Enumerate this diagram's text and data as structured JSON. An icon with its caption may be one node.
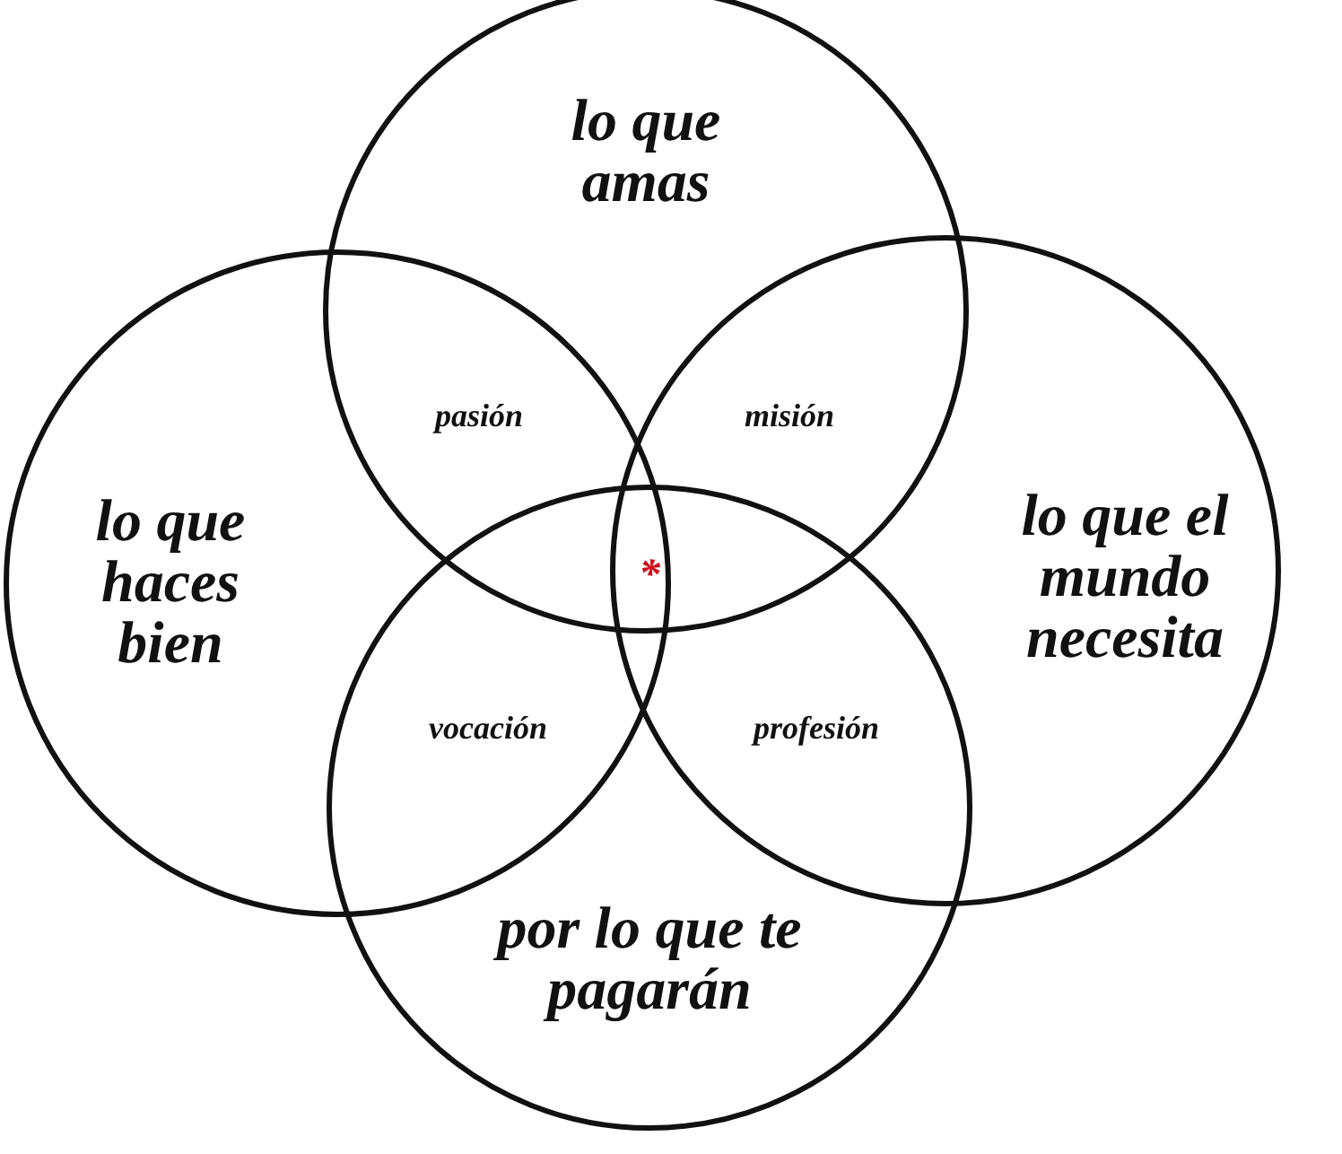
{
  "diagram": {
    "nodes": [
      {
        "text": [
          "lo que amas"
        ]
      },
      {
        "text": [
          "lo que haces bien"
        ]
      },
      {
        "text": [
          "lo que el mundo necesita"
        ]
      },
      {
        "text": [
          "por lo que te pagarán"
        ]
      }
    ],
    "labels": [
      "pasión",
      "misión",
      "*",
      "vocación",
      "profesión"
    ]
  }
}
